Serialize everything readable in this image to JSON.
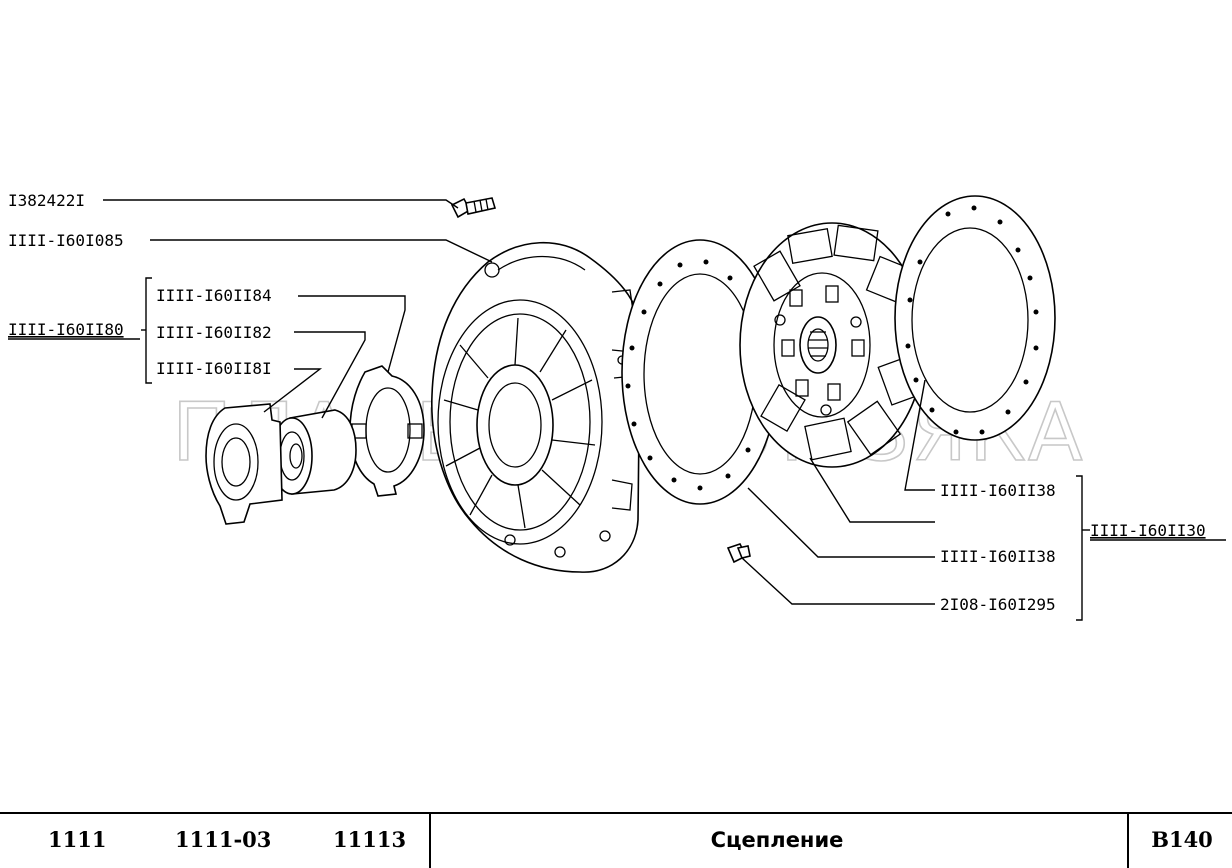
{
  "watermark": "ПЛАНЕТА ЖЕЛЕЗЯКА",
  "labels": {
    "bolt": "I382422I",
    "pressure_plate": "IIII-I60I085",
    "release_assembly": "IIII-I60II80",
    "release_fork_spring": "IIII-I60II84",
    "bearing": "IIII-I60II82",
    "bearing_sleeve": "IIII-I60II8I",
    "lining_rear": "IIII-I60II38",
    "disc_assembly": "IIII-I60II30",
    "lining_front": "IIII-I60II38",
    "rivet": "2I08-I60I295"
  },
  "footer": {
    "models": [
      "1111",
      "1111-03",
      "11113"
    ],
    "title": "Сцепление",
    "code": "B140"
  }
}
